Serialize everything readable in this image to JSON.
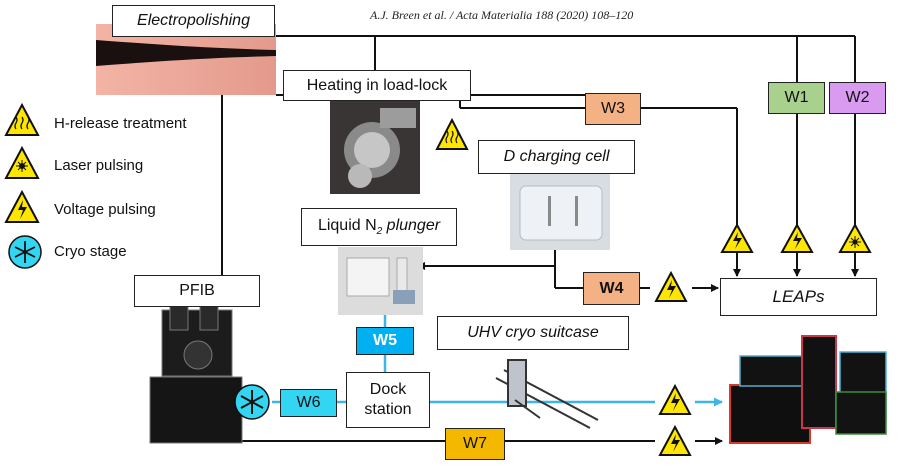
{
  "citation": "A.J. Breen et al. / Acta Materialia 188 (2020) 108–120",
  "title_box": "Electropolishing",
  "nodes": {
    "heating": "Heating in load-lock",
    "d_charging": "D charging cell",
    "liquid_n2_prefix": "Liquid N",
    "liquid_n2_sub": "2",
    "liquid_n2_suffix": " plunger",
    "pfib": "PFIB",
    "leaps": "LEAPs",
    "uhv": "UHV cryo suitcase",
    "dock_line1": "Dock",
    "dock_line2": "station"
  },
  "workflows": {
    "w1": "W1",
    "w2": "W2",
    "w3": "W3",
    "w4": "W4",
    "w5": "W5",
    "w6": "W6",
    "w7": "W7"
  },
  "legend": [
    {
      "label": "H-release treatment",
      "icon": "heat-icon"
    },
    {
      "label": "Laser pulsing",
      "icon": "laser-icon"
    },
    {
      "label": "Voltage pulsing",
      "icon": "voltage-icon"
    },
    {
      "label": "Cryo stage",
      "icon": "snowflake-icon"
    }
  ],
  "colors": {
    "w1": "#a9d18e",
    "w2": "#d99bf0",
    "w3": "#f4b183",
    "w4": "#f4b183",
    "w5": "#00b0f0",
    "w6": "#33d6f2",
    "w7": "#f5b800",
    "cyan_line": "#3fb4e6",
    "warning": "#ffe600"
  }
}
